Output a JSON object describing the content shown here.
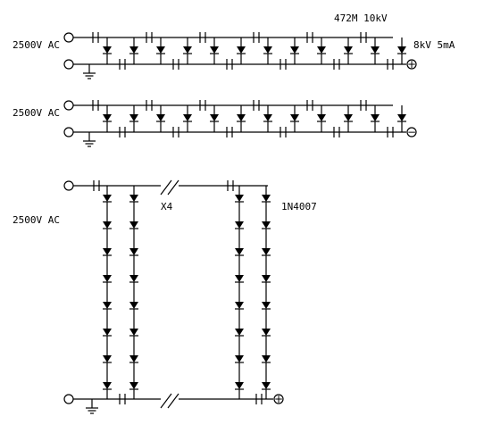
{
  "labels": {
    "ac_top": "2500V AC",
    "ac_mid": "2500V AC",
    "ac_bottom": "2500V AC",
    "cap_rating": "472M 10kV",
    "output_rating": "8kV 5mA",
    "repeat": "X4",
    "diode_part": "1N4007"
  },
  "terminals": {
    "positive": "+",
    "negative": "−"
  },
  "icons": [
    "terminal-icon",
    "ground-icon",
    "capacitor-icon",
    "diode-icon",
    "break-icon"
  ]
}
